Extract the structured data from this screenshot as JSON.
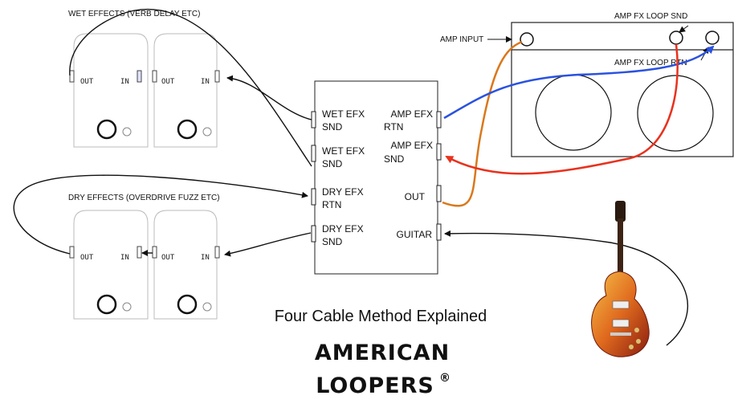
{
  "groups": {
    "wet_label": "WET EFFECTS (VERB DELAY ETC)",
    "dry_label": "DRY EFFECTS (OVERDRIVE FUZZ ETC)"
  },
  "pedal": {
    "out_label": "OUT",
    "in_label": "IN"
  },
  "looper": {
    "wet_snd_l1": "WET EFX",
    "wet_snd_l2": "SND",
    "wet_rtn_l1": "WET EFX",
    "wet_rtn_l2": "SND",
    "dry_rtn_l1": "DRY EFX",
    "dry_rtn_l2": "RTN",
    "dry_snd_l1": "DRY EFX",
    "dry_snd_l2": "SND",
    "amp_rtn_l1": "AMP EFX",
    "amp_rtn_l2": "RTN",
    "amp_snd_l1": "AMP EFX",
    "amp_snd_l2": "SND",
    "out": "OUT",
    "guitar": "GUITAR"
  },
  "amp": {
    "input_label": "AMP INPUT",
    "fx_snd_label": "AMP FX LOOP SND",
    "fx_rtn_label": "AMP FX LOOP RTN"
  },
  "caption": "Four Cable Method Explained",
  "brand": {
    "line1": "AMERICAN",
    "line2": "LOOPERS",
    "mark": "®"
  },
  "colors": {
    "orange_cable": "#d9781c",
    "blue_cable": "#2a52e0",
    "red_cable": "#e8321e"
  }
}
